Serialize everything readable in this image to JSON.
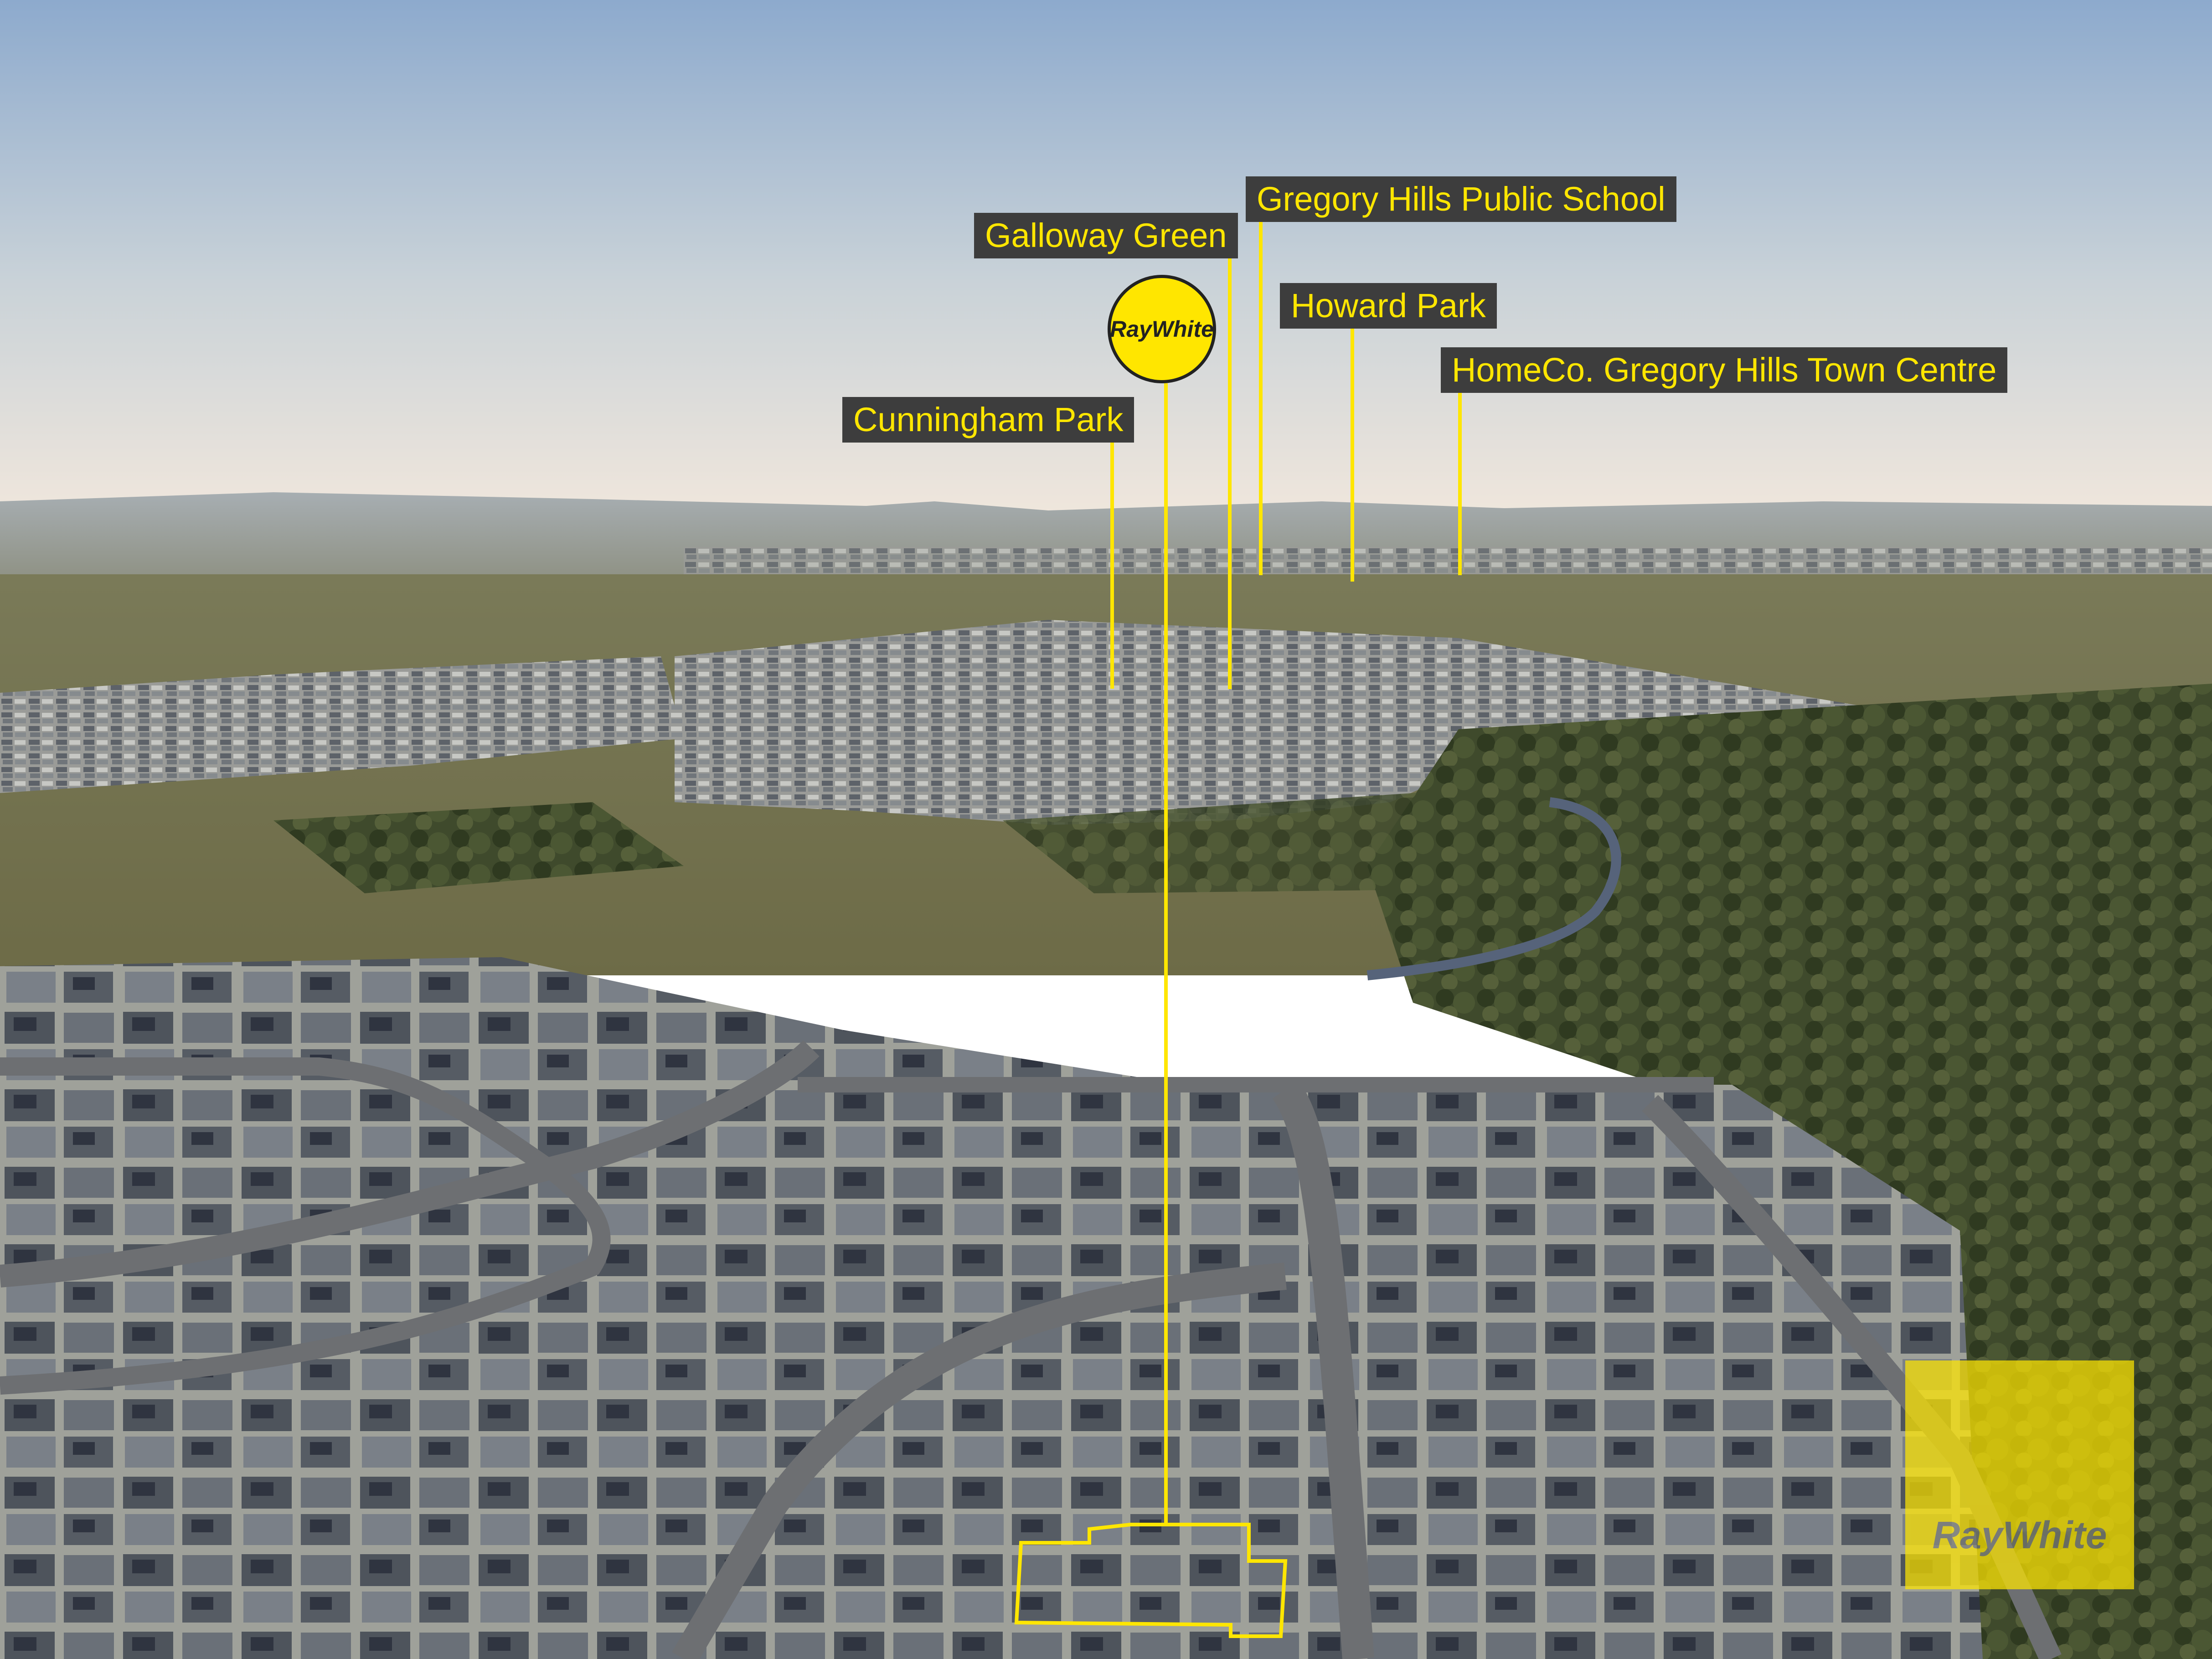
{
  "colors": {
    "accent": "#FFE600",
    "label_bg": "#3D3D3D",
    "sky_top": "#8DAACD",
    "sky_horizon": "#EFE6DC"
  },
  "brand": {
    "logo_text": "RayWhite",
    "watermark_text": "RayWhite"
  },
  "landmarks": [
    {
      "id": "gregory-hills-public-school",
      "label": "Gregory Hills Public School"
    },
    {
      "id": "galloway-green",
      "label": "Galloway Green"
    },
    {
      "id": "howard-park",
      "label": "Howard Park"
    },
    {
      "id": "homeco-town-centre",
      "label": "HomeCo. Gregory Hills Town Centre"
    },
    {
      "id": "cunningham-park",
      "label": "Cunningham Park"
    }
  ]
}
